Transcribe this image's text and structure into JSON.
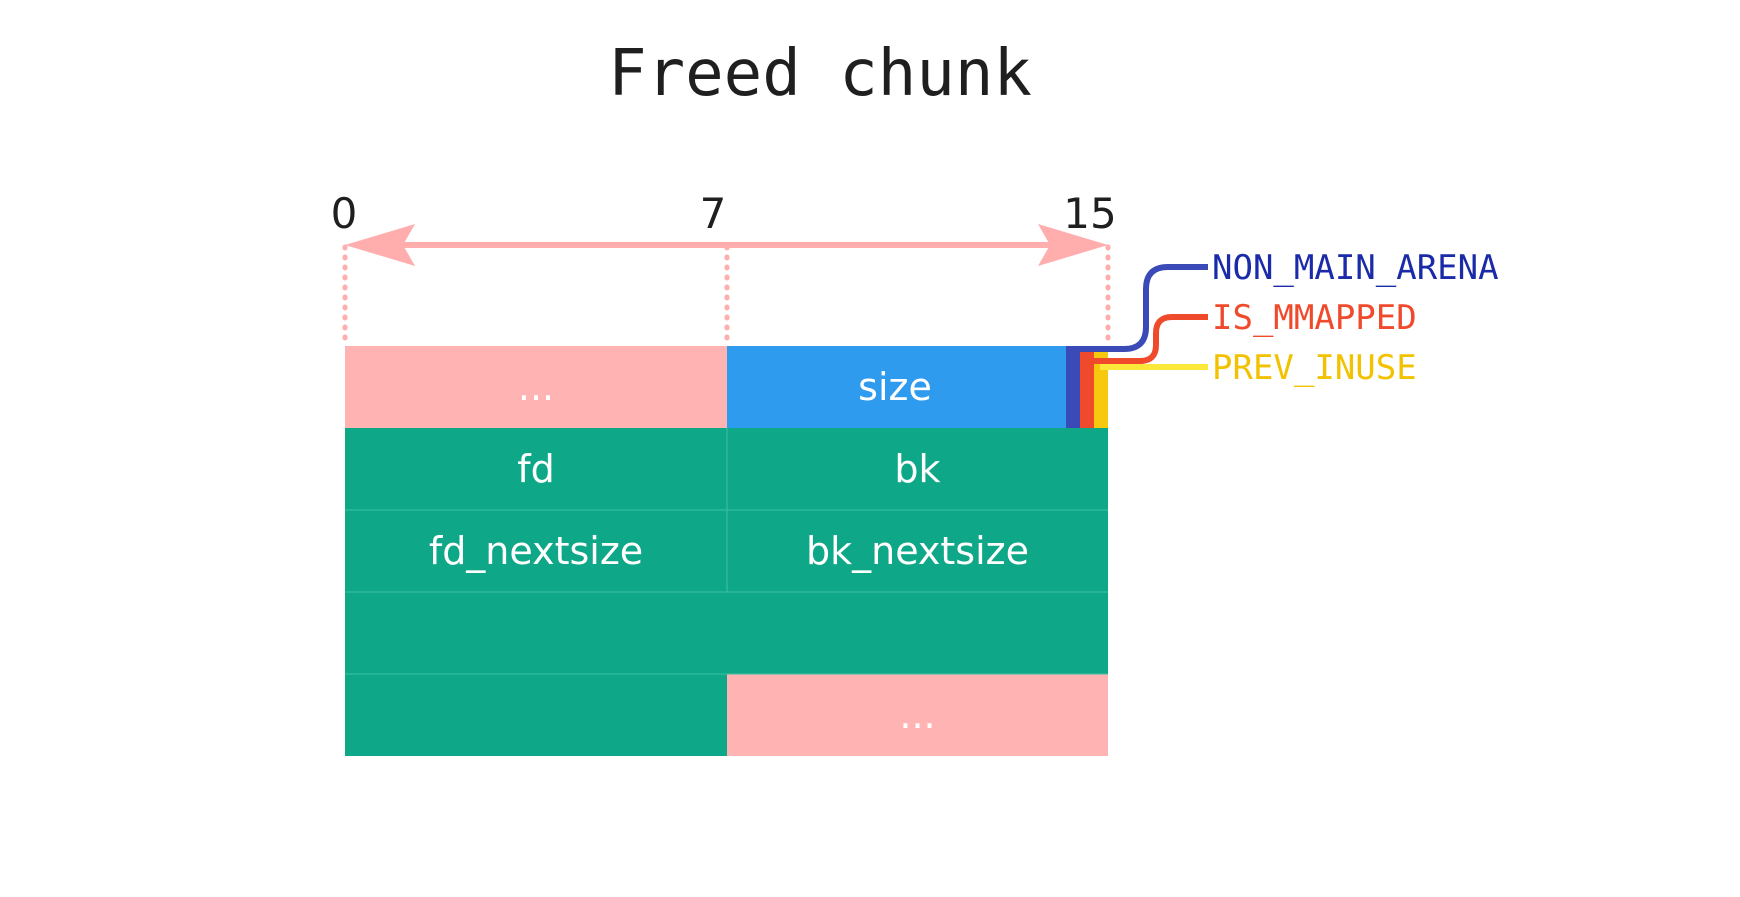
{
  "title": "Freed chunk",
  "offsets": [
    "0",
    "7",
    "15"
  ],
  "rows": [
    [
      {
        "label": "...",
        "role": "padding",
        "color": "#ffb3b3"
      },
      {
        "label": "size",
        "role": "size",
        "color": "#2f9bef"
      }
    ],
    [
      {
        "label": "fd",
        "role": "pointer",
        "color": "#0ea888"
      },
      {
        "label": "bk",
        "role": "pointer",
        "color": "#0ea888"
      }
    ],
    [
      {
        "label": "fd_nextsize",
        "role": "pointer",
        "color": "#0ea888"
      },
      {
        "label": "bk_nextsize",
        "role": "pointer",
        "color": "#0ea888"
      }
    ],
    [
      {
        "label": "",
        "role": "data",
        "color": "#0ea888",
        "span": 2
      }
    ],
    [
      {
        "label": "",
        "role": "data",
        "color": "#0ea888"
      },
      {
        "label": "...",
        "role": "padding",
        "color": "#ffb3b3"
      }
    ]
  ],
  "flags": [
    {
      "label": "NON_MAIN_ARENA",
      "bar_color": "#3a4ab6",
      "line_color": "#3a4ab6",
      "text_color": "#1a2aa8"
    },
    {
      "label": "IS_MMAPPED",
      "bar_color": "#f04a2c",
      "line_color": "#f04a2c",
      "text_color": "#f04a2c"
    },
    {
      "label": "PREV_INUSE",
      "bar_color": "#f6c90e",
      "line_color": "#fbe83a",
      "text_color": "#f2c200"
    }
  ],
  "colors": {
    "arrow": "#ffadad",
    "divider": "#3cc0a2"
  }
}
